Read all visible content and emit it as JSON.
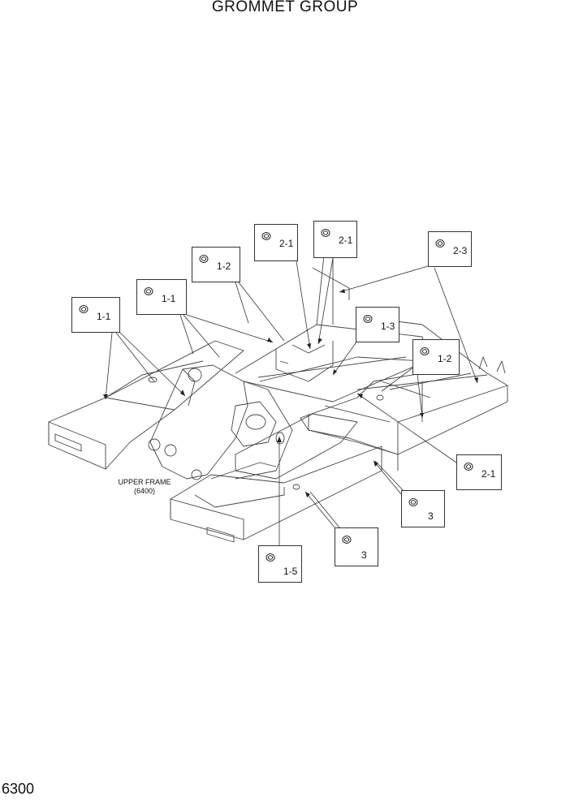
{
  "title": "GROMMET GROUP",
  "page_number": "6300",
  "frame_label": {
    "line1": "UPPER FRAME",
    "line2": "(6400)"
  },
  "callouts": [
    {
      "id": "c1",
      "label": "1-1"
    },
    {
      "id": "c2",
      "label": "1-1"
    },
    {
      "id": "c3",
      "label": "1-2"
    },
    {
      "id": "c4",
      "label": "2-1"
    },
    {
      "id": "c5",
      "label": "2-1"
    },
    {
      "id": "c6",
      "label": "2-3"
    },
    {
      "id": "c7",
      "label": "1-3"
    },
    {
      "id": "c8",
      "label": "1-2"
    },
    {
      "id": "c9",
      "label": "2-1"
    },
    {
      "id": "c10",
      "label": "3"
    },
    {
      "id": "c11",
      "label": "3"
    },
    {
      "id": "c12",
      "label": "1-5"
    }
  ]
}
